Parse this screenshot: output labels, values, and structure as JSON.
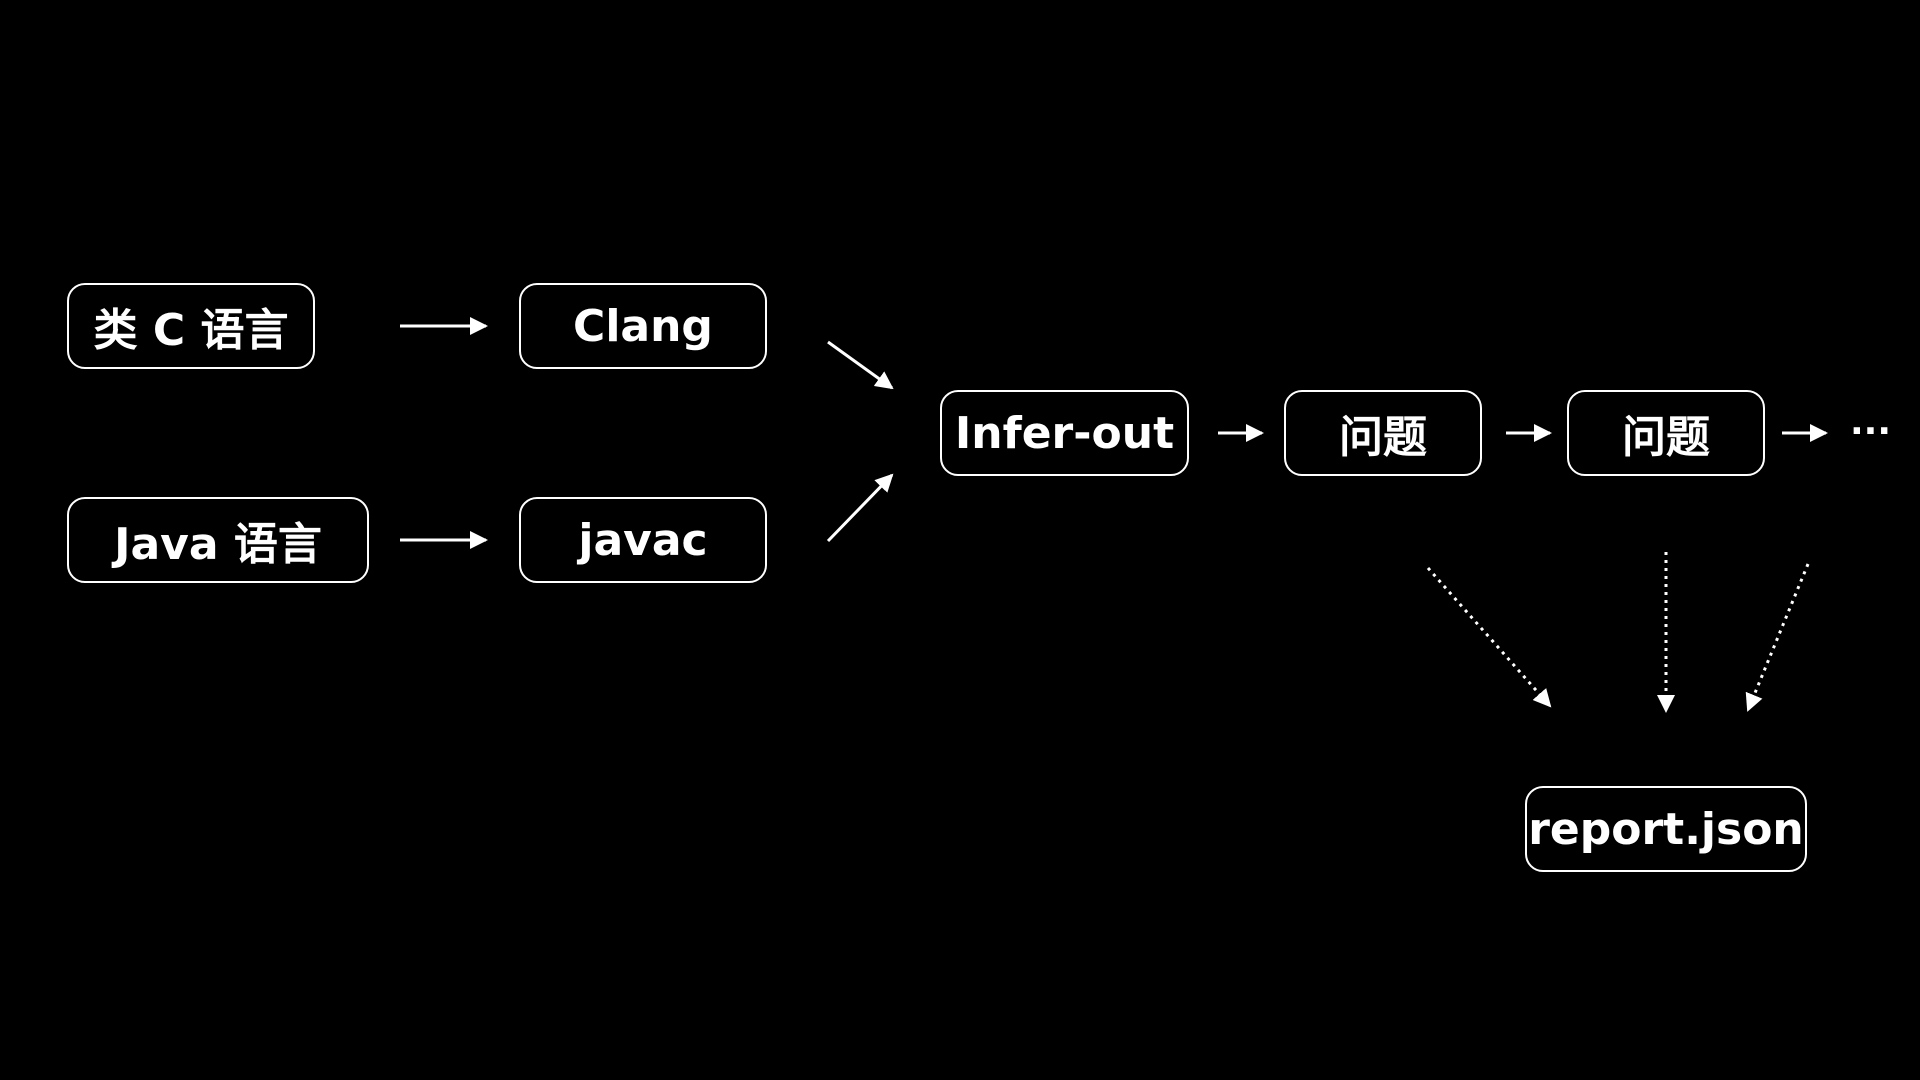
{
  "colors": {
    "background": "#000000",
    "foreground": "#ffffff"
  },
  "nodes": {
    "c_like_language": "类 C 语言",
    "java_language": "Java 语言",
    "clang": "Clang",
    "javac": "javac",
    "infer_out": "Infer-out",
    "issue_1": "问题",
    "issue_2": "问题",
    "report": "report.json"
  },
  "continuation": "···"
}
